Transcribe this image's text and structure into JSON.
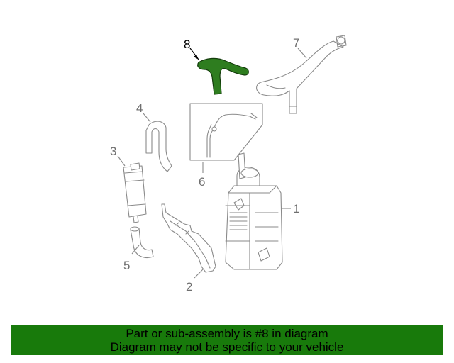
{
  "diagram": {
    "highlighted_part": "8",
    "callouts": [
      "1",
      "2",
      "3",
      "4",
      "5",
      "6",
      "7",
      "8"
    ]
  },
  "banner": {
    "line1": "Part or sub-assembly is #8 in diagram",
    "line2": "Diagram may not be specific to your vehicle",
    "background_color": "#187a0b"
  },
  "colors": {
    "highlight_part": "#2e7d1f",
    "line_art": "#8a8a8a"
  }
}
